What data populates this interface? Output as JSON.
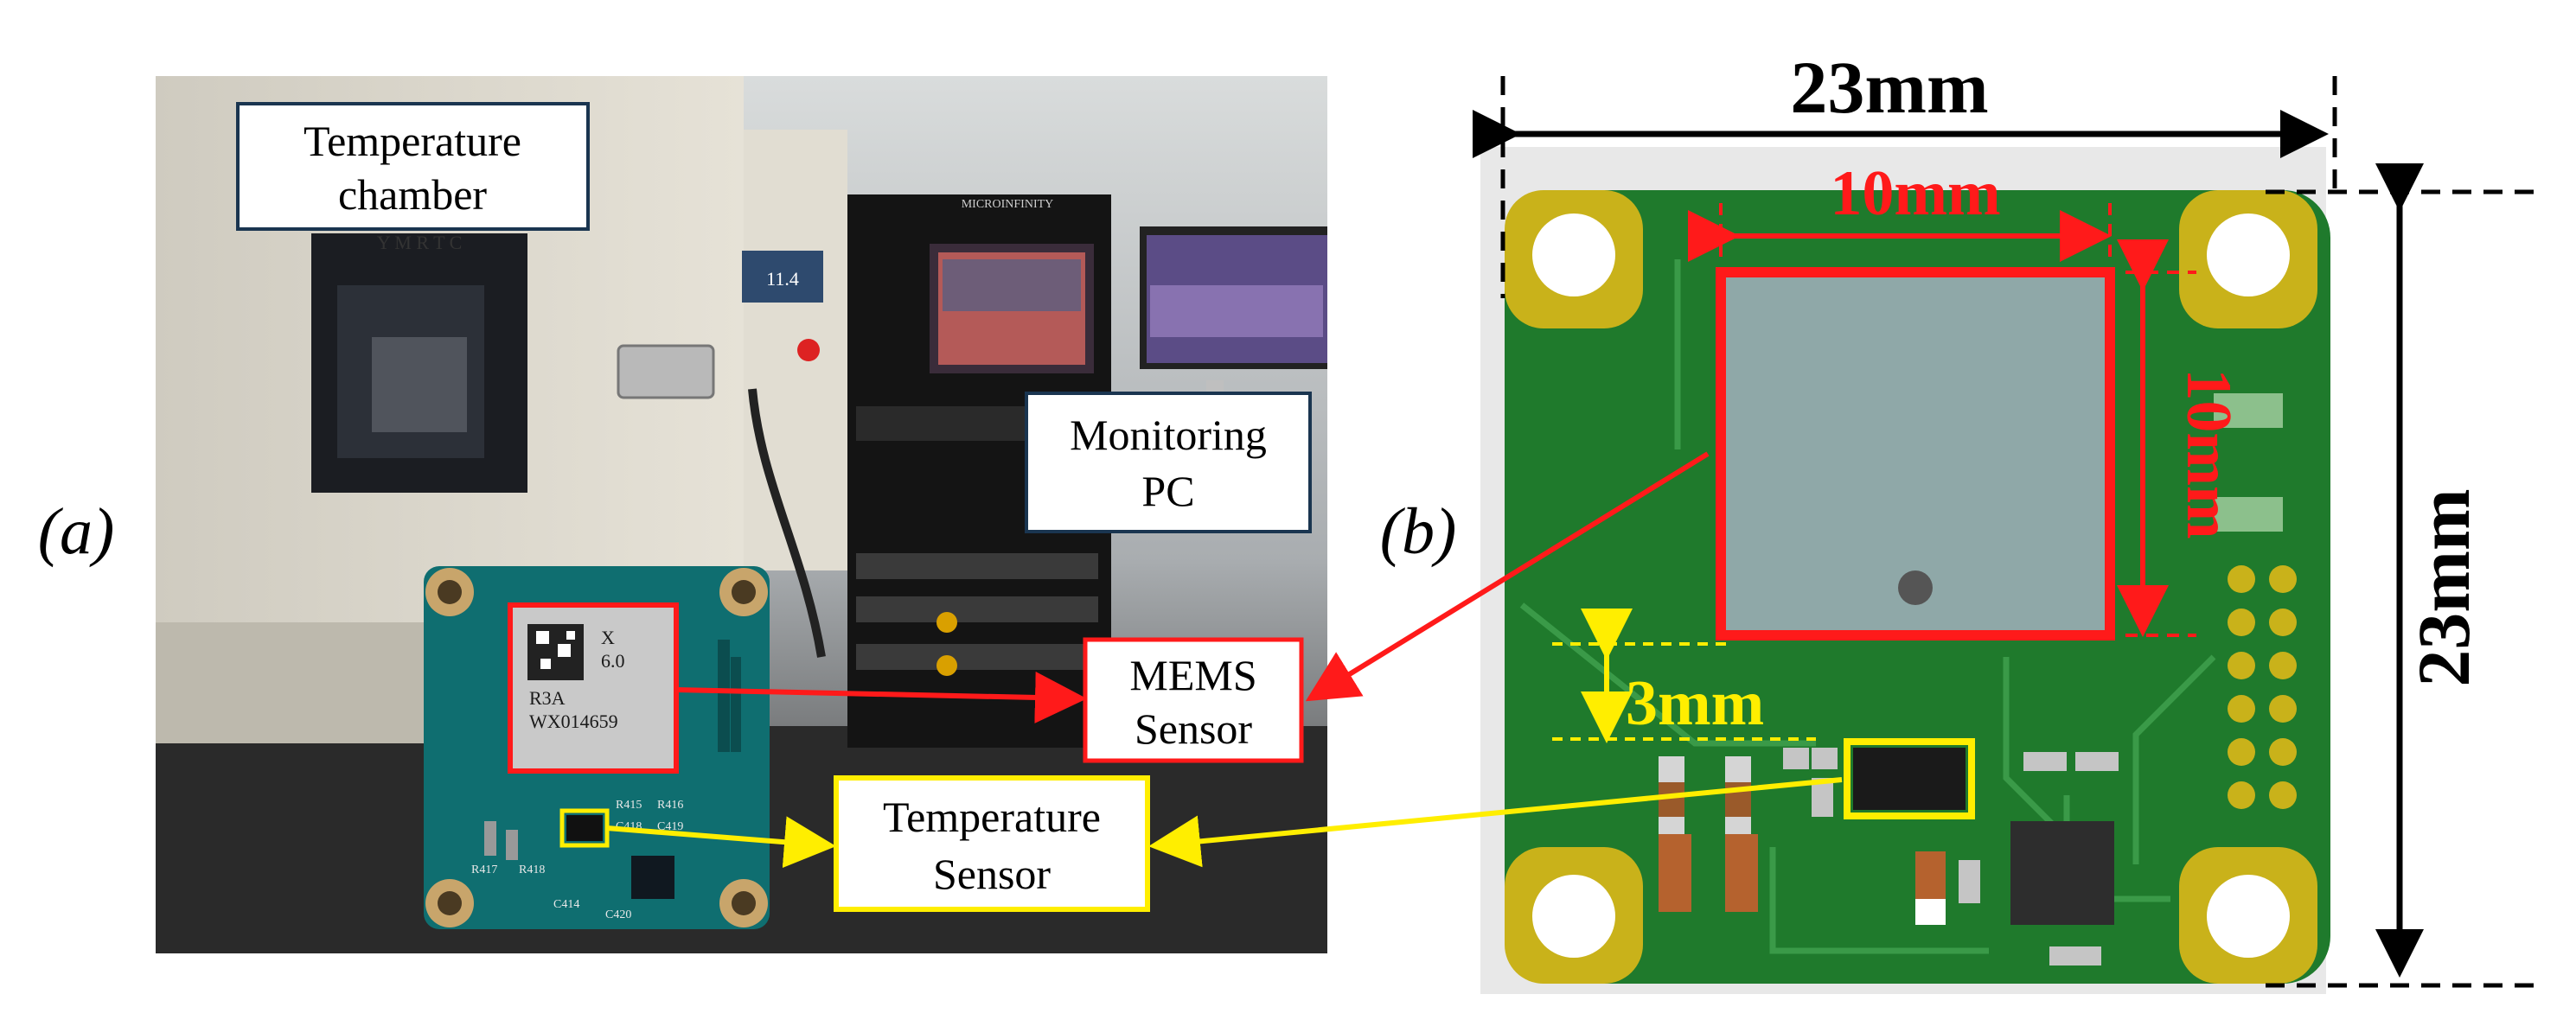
{
  "panel_a": {
    "panel_label": "(a)",
    "temperature_chamber": [
      "Temperature",
      "chamber"
    ],
    "monitoring_pc": [
      "Monitoring",
      "PC"
    ],
    "mems_sensor": [
      "MEMS",
      "Sensor"
    ],
    "temperature_sensor": [
      "Temperature",
      "Sensor"
    ],
    "chamber_brand": "Y M R T C",
    "display_reading": "11.4",
    "rack_brand": "MICROINFINITY",
    "chip_marking": [
      "X",
      "6.0",
      "R3A",
      "WX014659"
    ],
    "silkscreen": [
      "R415",
      "R416",
      "C418",
      "C419",
      "C420",
      "R417",
      "R418",
      "C414"
    ]
  },
  "panel_b": {
    "panel_label": "(b)",
    "board_width": "23mm",
    "board_height": "23mm",
    "sensor_width": "10mm",
    "sensor_height": "10mm",
    "sensor_offset": "3mm"
  },
  "colors": {
    "mems_highlight": "#ff1a1a",
    "temp_highlight": "#ffee00",
    "pcb_green": "#1f7a2c",
    "pad_gold": "#c9b21a",
    "sensor_gray": "#8fa8a8"
  }
}
